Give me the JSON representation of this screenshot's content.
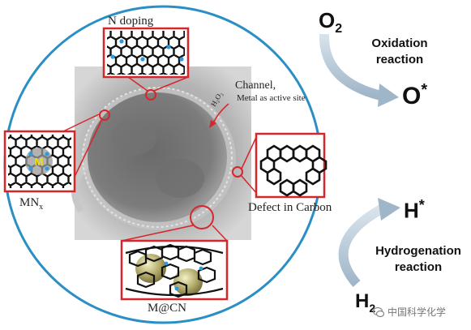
{
  "labels": {
    "n_doping": "N doping",
    "channel": "Channel,",
    "metal_site": "Metal as active site",
    "h2o2": "H₂O₂",
    "mnx": "MN",
    "mnx_sub": "x",
    "metal_symbol": "M",
    "defect": "Defect in Carbon",
    "mcn": "M@CN"
  },
  "reactions": {
    "o2": "O",
    "o2_sub": "2",
    "oxidation_line1": "Oxidation",
    "oxidation_line2": "reaction",
    "o_star": "O",
    "star": "*",
    "h_star": "H",
    "hydrogenation_line1": "Hydrogenation",
    "hydrogenation_line2": "reaction",
    "h2": "H",
    "h2_sub": "2"
  },
  "watermark": "中国科学化学",
  "colors": {
    "circle": "#2a8fc4",
    "inset_border": "#d7262b",
    "bond": "#111111",
    "nitrogen": "#2b9be0",
    "metal": "#f2e200",
    "arrow": "#b6c8d8",
    "particle": "#a09a5a"
  }
}
